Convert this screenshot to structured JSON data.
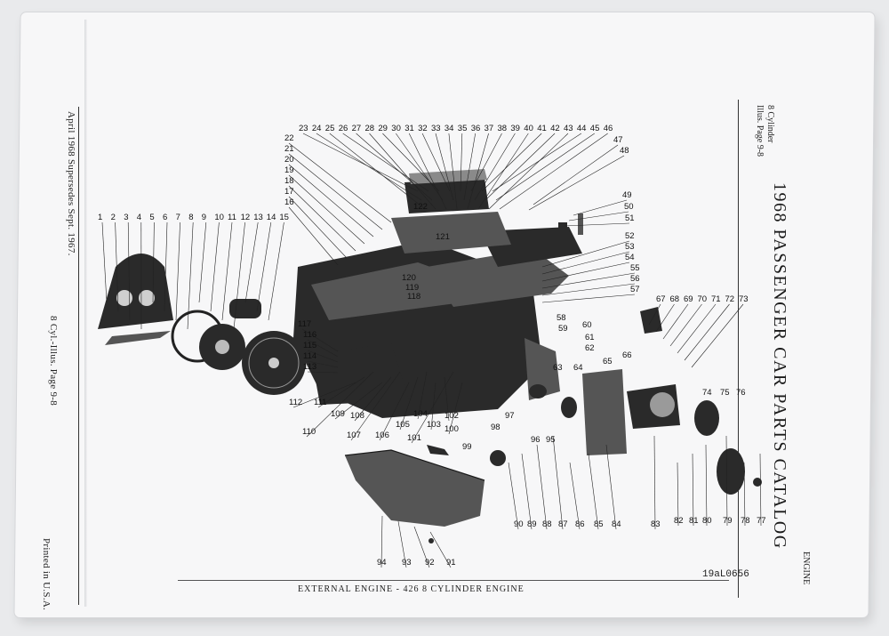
{
  "catalog_title": "1968 PASSENGER CAR PARTS CATALOG",
  "left_margin": {
    "date_line": "April 1968 Supersedes Sept. 1967.",
    "illus_line": "8 Cyl.-Illus. Page 9-8",
    "printed": "Printed in U.S.A."
  },
  "right_margin": {
    "line1": "8 Cylinder",
    "line2": "Illus. Page 9-8",
    "engine_tab": "ENGINE"
  },
  "footer": {
    "caption": "EXTERNAL ENGINE - 426 8 CYLINDER ENGINE",
    "code": "19aL0656"
  },
  "callouts": {
    "top_row": [
      "23",
      "24",
      "25",
      "26",
      "27",
      "28",
      "29",
      "30",
      "31",
      "32",
      "33",
      "34",
      "35",
      "36",
      "37",
      "38",
      "39",
      "40",
      "41",
      "42",
      "43",
      "44",
      "45",
      "46"
    ],
    "left_row": [
      "1",
      "2",
      "3",
      "4",
      "5",
      "6",
      "7",
      "8",
      "9",
      "10",
      "11",
      "12",
      "13",
      "14",
      "15"
    ],
    "left_column": [
      "22",
      "21",
      "20",
      "19",
      "18",
      "17",
      "16"
    ],
    "right_column_upper": [
      "47",
      "48",
      "49",
      "50",
      "51"
    ],
    "right_column_mid": [
      "52",
      "53",
      "54",
      "55",
      "56",
      "57"
    ],
    "right_row": [
      "67",
      "68",
      "69",
      "70",
      "71",
      "72",
      "73"
    ],
    "center_upper": [
      "122",
      "121",
      "120",
      "119",
      "118"
    ],
    "left_lower_column": [
      "117",
      "116",
      "115",
      "114",
      "113"
    ],
    "bottom_left_row": [
      "112",
      "111",
      "110",
      "109",
      "108",
      "107",
      "106",
      "105",
      "104",
      "103",
      "102",
      "101",
      "100"
    ],
    "center_lower": [
      "58",
      "59",
      "60",
      "61",
      "62",
      "63",
      "64",
      "65",
      "66",
      "97",
      "98",
      "99"
    ],
    "bottom_right_row": [
      "90",
      "89",
      "88",
      "87",
      "86",
      "85",
      "84",
      "83",
      "82",
      "81",
      "80",
      "79",
      "78",
      "77"
    ],
    "mid_right": [
      "96",
      "95",
      "74",
      "75",
      "76"
    ],
    "pan_row": [
      "94",
      "93",
      "92",
      "91"
    ]
  }
}
